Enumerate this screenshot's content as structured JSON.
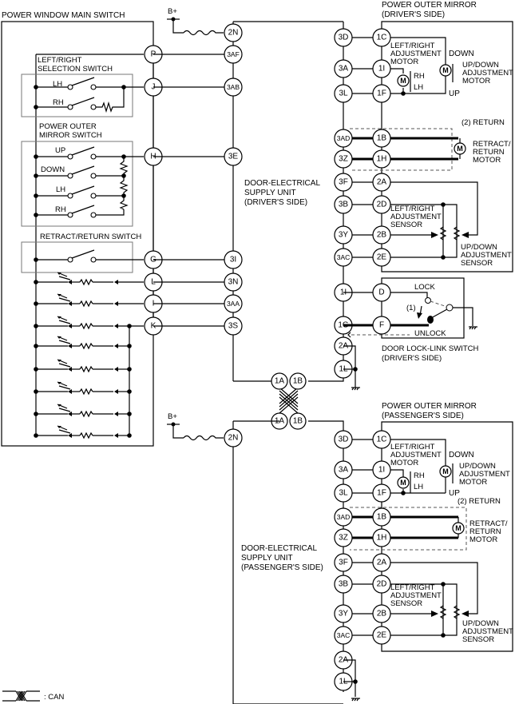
{
  "labels": {
    "main_switch": "POWER WINDOW MAIN SWITCH",
    "lr_selection_1": "LEFT/RIGHT",
    "lr_selection_2": "SELECTION SWITCH",
    "lh": "LH",
    "rh": "RH",
    "mirror_switch_1": "POWER OUTER",
    "mirror_switch_2": "MIRROR SWITCH",
    "up": "UP",
    "down": "DOWN",
    "retract_switch": "RETRACT/RETURN SWITCH",
    "bplus": "B+",
    "desu_drv_1": "DOOR-ELECTRICAL",
    "desu_drv_2": "SUPPLY UNIT",
    "desu_drv_3": "(DRIVER'S SIDE)",
    "desu_pas_1": "DOOR-ELECTRICAL",
    "desu_pas_2": "SUPPLY UNIT",
    "desu_pas_3": "(PASSENGER'S SIDE)",
    "mirror_drv_1": "POWER OUTER MIRROR",
    "mirror_drv_2": "(DRIVER'S SIDE)",
    "mirror_pas_1": "POWER OUTER MIRROR",
    "mirror_pas_2": "(PASSENGER'S SIDE)",
    "lr_motor_1": "LEFT/RIGHT",
    "lr_motor_2": "ADJUSTMENT",
    "lr_motor_3": "MOTOR",
    "ud_motor_1": "UP/DOWN",
    "ud_motor_2": "ADJUSTMENT",
    "ud_motor_3": "MOTOR",
    "return_note": "(2) RETURN",
    "rr_motor_1": "RETRACT/",
    "rr_motor_2": "RETURN",
    "rr_motor_3": "MOTOR",
    "lr_sensor_1": "LEFT/RIGHT",
    "lr_sensor_2": "ADJUSTMENT",
    "lr_sensor_3": "SENSOR",
    "ud_sensor_1": "UP/DOWN",
    "ud_sensor_2": "ADJUSTMENT",
    "ud_sensor_3": "SENSOR",
    "lock": "LOCK",
    "unlock": "UNLOCK",
    "lock_note": "(1)",
    "lock_link_1": "DOOR LOCK-LINK SWITCH",
    "lock_link_2": "(DRIVER'S SIDE)",
    "motor_m": "M",
    "legend_can": ": CAN"
  },
  "pins": {
    "main": [
      "P",
      "J",
      "H",
      "G",
      "L",
      "I",
      "K"
    ],
    "desu_drv_left": [
      "2N",
      "3AF",
      "3AB",
      "3E",
      "3I",
      "3N",
      "3AA",
      "3S"
    ],
    "desu_drv_right": [
      "3D",
      "3A",
      "3L",
      "3AD",
      "3Z",
      "3F",
      "3B",
      "3Y",
      "3AC",
      "1I",
      "1G",
      "2A",
      "1L"
    ],
    "mirror_drv": [
      "1C",
      "1I",
      "1F",
      "1B",
      "1H",
      "2A",
      "2D",
      "2B",
      "2E"
    ],
    "lock_switch": [
      "D",
      "F"
    ],
    "can_drv": [
      "1A",
      "1B"
    ],
    "can_pas": [
      "1A",
      "1B"
    ],
    "desu_pas_left": [
      "2N"
    ],
    "desu_pas_right": [
      "3D",
      "3A",
      "3L",
      "3AD",
      "3Z",
      "3F",
      "3B",
      "3Y",
      "3AC",
      "2A",
      "1L"
    ],
    "mirror_pas": [
      "1C",
      "1I",
      "1F",
      "1B",
      "1H",
      "2A",
      "2D",
      "2B",
      "2E"
    ]
  }
}
